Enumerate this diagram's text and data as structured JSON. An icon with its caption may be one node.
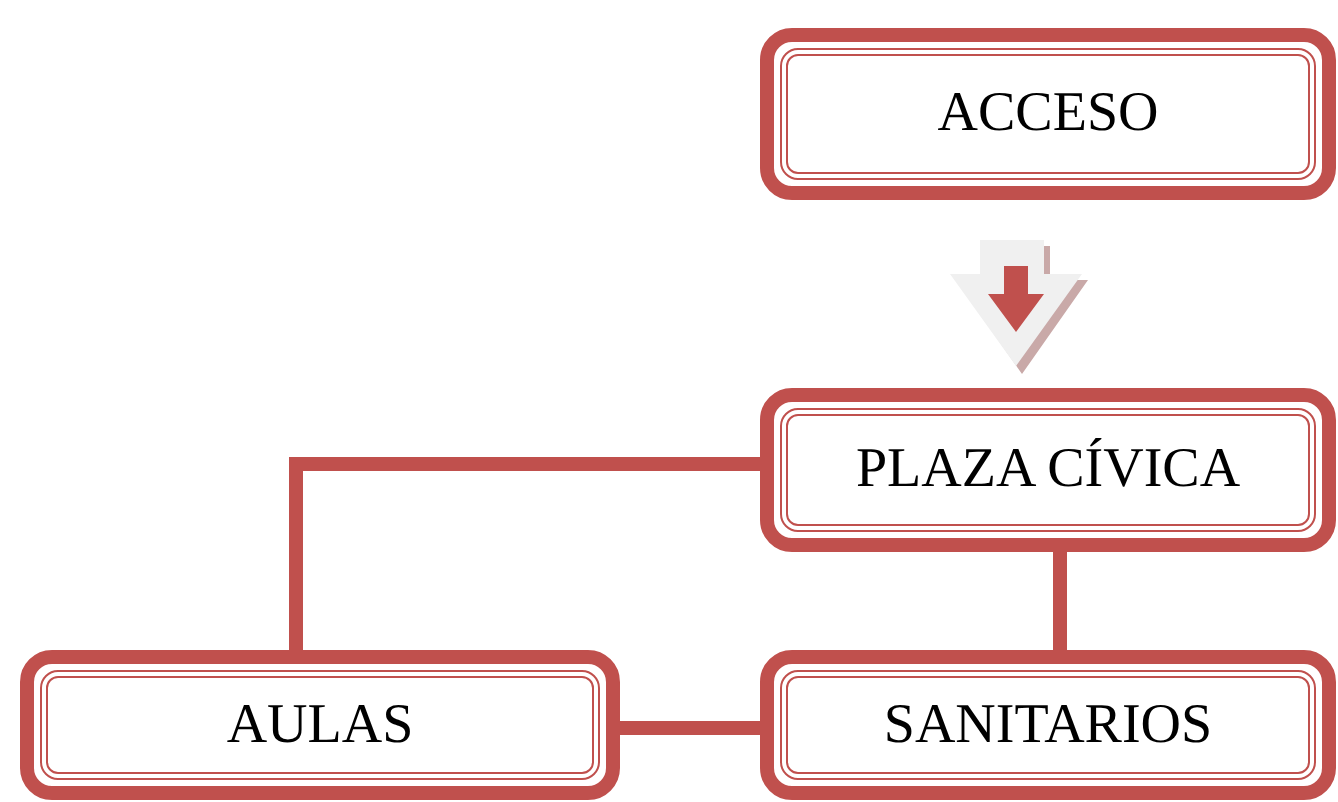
{
  "diagram": {
    "nodes": [
      {
        "text": [
          "ACCESO"
        ]
      },
      {
        "text": [
          "PLAZA CÍVICA"
        ]
      },
      {
        "text": [
          "AULAS"
        ]
      },
      {
        "text": [
          "SANITARIOS"
        ]
      }
    ],
    "edges": [
      {
        "from": 0,
        "to": 1,
        "arrow": "to"
      },
      {
        "from": 1,
        "to": 2,
        "arrow": "none"
      },
      {
        "from": 1,
        "to": 3,
        "arrow": "none"
      },
      {
        "from": 2,
        "to": 3,
        "arrow": "none"
      }
    ]
  }
}
